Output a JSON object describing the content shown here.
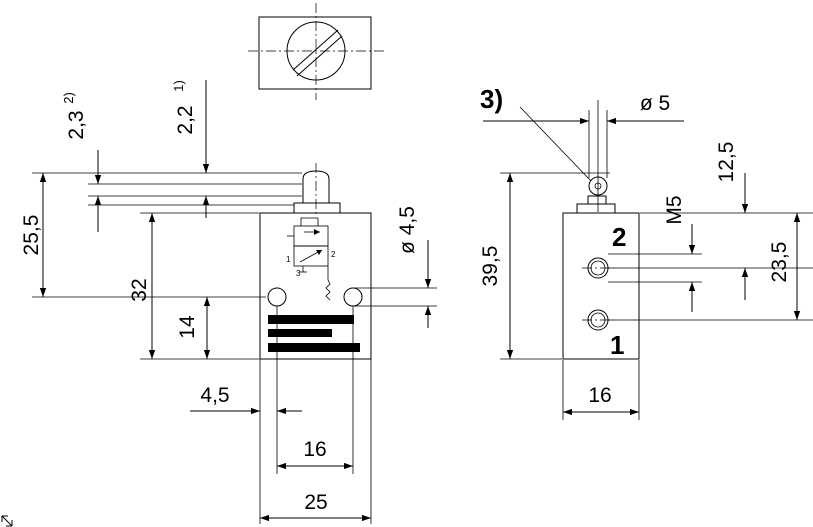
{
  "drawing": {
    "front": {
      "dim_25_5": "25,5",
      "dim_32": "32",
      "dim_14": "14",
      "dim_2_3": "2,3",
      "note_2_3": "2)",
      "dim_2_2": "2,2",
      "note_2_2": "1)",
      "dim_dia_4_5": "ø 4,5",
      "dim_4_5": "4,5",
      "dim_16": "16",
      "dim_25": "25",
      "port_a": "2",
      "port_b": "1",
      "port_c": "3"
    },
    "side": {
      "callout_3": "3)",
      "dim_dia_5": "ø 5",
      "dim_12_5": "12,5",
      "dim_m5": "M5",
      "dim_39_5": "39,5",
      "dim_23_5": "23,5",
      "dim_16": "16",
      "port_2": "2",
      "port_1": "1"
    }
  }
}
